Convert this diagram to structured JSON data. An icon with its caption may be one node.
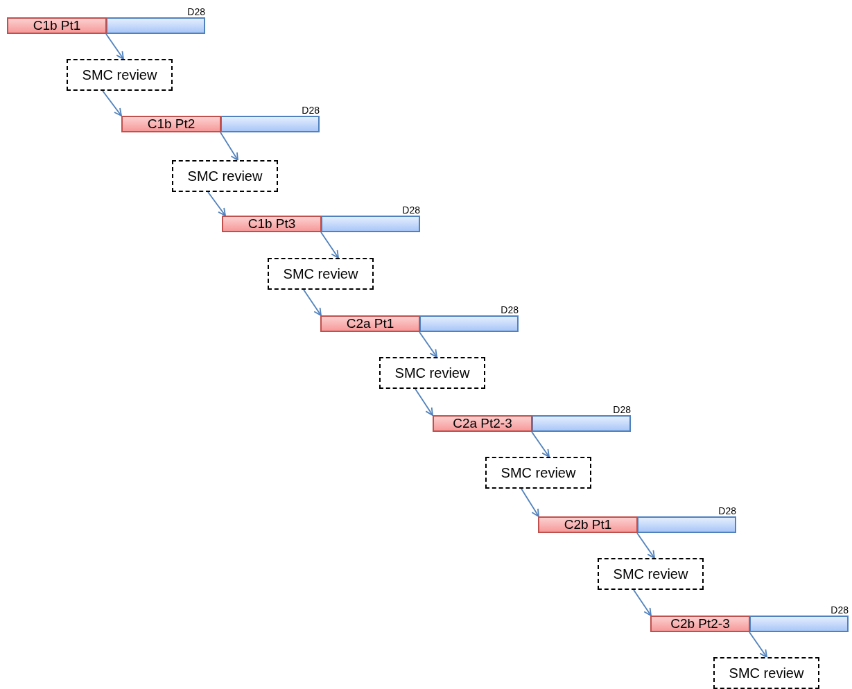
{
  "diagram": {
    "nodes": [
      {
        "text": [
          "C1b Pt1"
        ],
        "beside": [
          "D28"
        ]
      },
      {
        "text": [
          "SMC review"
        ]
      },
      {
        "text": [
          "C1b Pt2"
        ],
        "beside": [
          "D28"
        ]
      },
      {
        "text": [
          "SMC review"
        ]
      },
      {
        "text": [
          "C1b Pt3"
        ],
        "beside": [
          "D28"
        ]
      },
      {
        "text": [
          "SMC review"
        ]
      },
      {
        "text": [
          "C2a Pt1"
        ],
        "beside": [
          "D28"
        ]
      },
      {
        "text": [
          "SMC review"
        ]
      },
      {
        "text": [
          "C2a Pt2-3"
        ],
        "beside": [
          "D28"
        ]
      },
      {
        "text": [
          "SMC review"
        ]
      },
      {
        "text": [
          "C2b Pt1"
        ],
        "beside": [
          "D28"
        ]
      },
      {
        "text": [
          "SMC review"
        ]
      },
      {
        "text": [
          "C2b Pt2-3"
        ],
        "beside": [
          "D28"
        ]
      },
      {
        "text": [
          "SMC review"
        ]
      }
    ],
    "edges": [
      {
        "from": 0,
        "to": 1,
        "arrow": "to"
      },
      {
        "from": 1,
        "to": 2,
        "arrow": "to"
      },
      {
        "from": 2,
        "to": 3,
        "arrow": "to"
      },
      {
        "from": 3,
        "to": 4,
        "arrow": "to"
      },
      {
        "from": 4,
        "to": 5,
        "arrow": "to"
      },
      {
        "from": 5,
        "to": 6,
        "arrow": "to"
      },
      {
        "from": 6,
        "to": 7,
        "arrow": "to"
      },
      {
        "from": 7,
        "to": 8,
        "arrow": "to"
      },
      {
        "from": 8,
        "to": 9,
        "arrow": "to"
      },
      {
        "from": 9,
        "to": 10,
        "arrow": "to"
      },
      {
        "from": 10,
        "to": 11,
        "arrow": "to"
      },
      {
        "from": 11,
        "to": 12,
        "arrow": "to"
      },
      {
        "from": 12,
        "to": 13,
        "arrow": "to"
      }
    ]
  }
}
